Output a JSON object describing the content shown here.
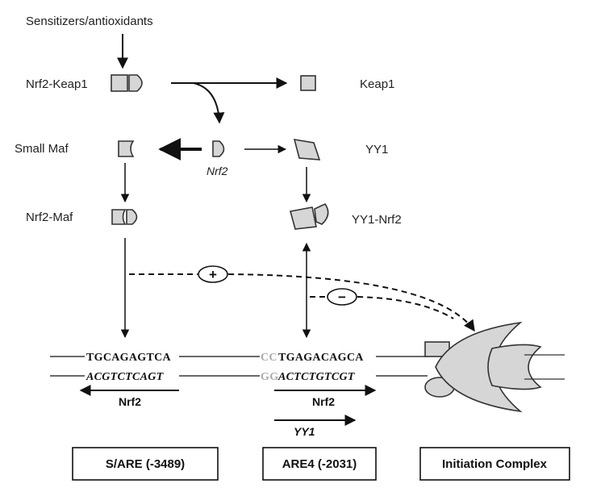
{
  "labels": {
    "sensitizers": "Sensitizers/antioxidants",
    "nrf2_keap1": "Nrf2-Keap1",
    "keap1": "Keap1",
    "small_maf": "Small Maf",
    "nrf2": "Nrf2",
    "yy1": "YY1",
    "nrf2_maf": "Nrf2-Maf",
    "yy1_nrf2": "YY1-Nrf2"
  },
  "sequences": {
    "sare_top": "TGCAGAGTCA",
    "sare_bottom": "ACGTCTCAGT",
    "are4_top_prefix": "CC",
    "are4_top": "TGAGACAGCA",
    "are4_bottom_prefix": "GG",
    "are4_bottom": "ACTCTGTCGT"
  },
  "strand_arrows": {
    "sare_nrf2": "Nrf2",
    "are4_nrf2": "Nrf2",
    "are4_yy1": "YY1"
  },
  "regulation_signs": {
    "activation": "+",
    "repression": "−"
  },
  "boxes": {
    "sare": "S/ARE (-3489)",
    "are4": "ARE4 (-2031)",
    "initiation": "Initiation Complex"
  },
  "colors": {
    "shape_fill": "#d6d6d6",
    "stroke": "#333333"
  }
}
